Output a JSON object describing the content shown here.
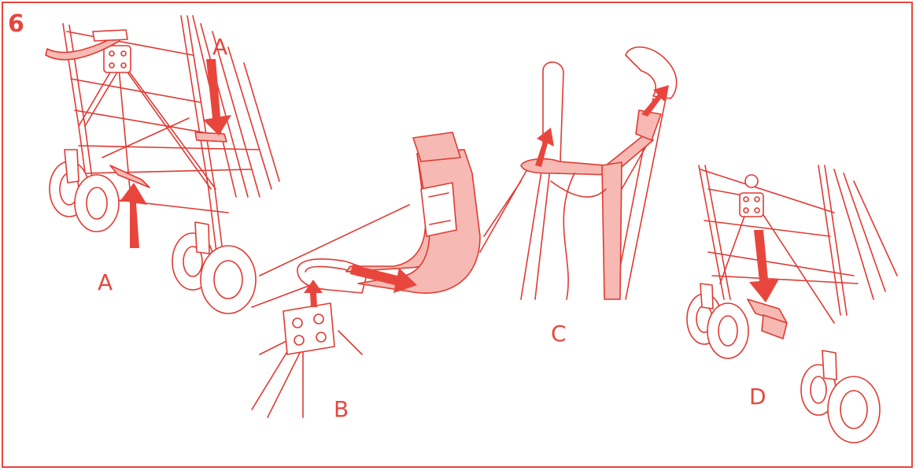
{
  "step_number": "6",
  "labels": {
    "a_top": "A",
    "a_bottom": "A",
    "b": "B",
    "c": "C",
    "d": "D"
  },
  "colors": {
    "accent": "#e8463d",
    "fill": "#f6b9b3"
  }
}
